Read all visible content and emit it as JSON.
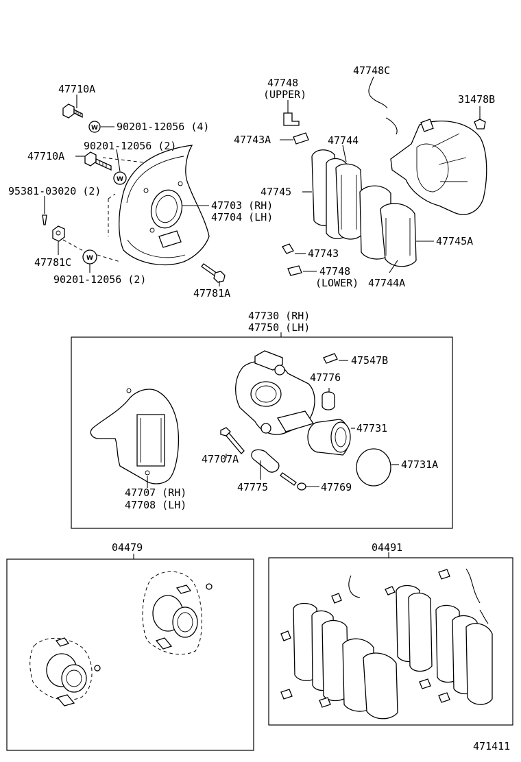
{
  "figure_code": "471411",
  "washer_symbol": "W",
  "labels": {
    "l47710A_top": "47710A",
    "l90201_4": "90201-12056 (4)",
    "l90201_2a": "90201-12056 (2)",
    "l47710A_mid": "47710A",
    "l95381": "95381-03020 (2)",
    "l47781C": "47781C",
    "l90201_2b": "90201-12056 (2)",
    "l47703": "47703 (RH)",
    "l47704": "47704 (LH)",
    "l47781A": "47781A",
    "l47748u": "47748",
    "l_upper": "(UPPER)",
    "l47748C": "47748C",
    "l31478B": "31478B",
    "l47743A": "47743A",
    "l47744": "47744",
    "l47745": "47745",
    "l47745A": "47745A",
    "l47743": "47743",
    "l47748l": "47748",
    "l_lower": "(LOWER)",
    "l47744A": "47744A",
    "l47730": "47730 (RH)",
    "l47750": "47750 (LH)",
    "l47547B": "47547B",
    "l47776": "47776",
    "l47731": "47731",
    "l47707A": "47707A",
    "l47731A": "47731A",
    "l47775": "47775",
    "l47769": "47769",
    "l47707": "47707 (RH)",
    "l47708": "47708 (LH)",
    "l04479": "04479",
    "l04491": "04491"
  }
}
